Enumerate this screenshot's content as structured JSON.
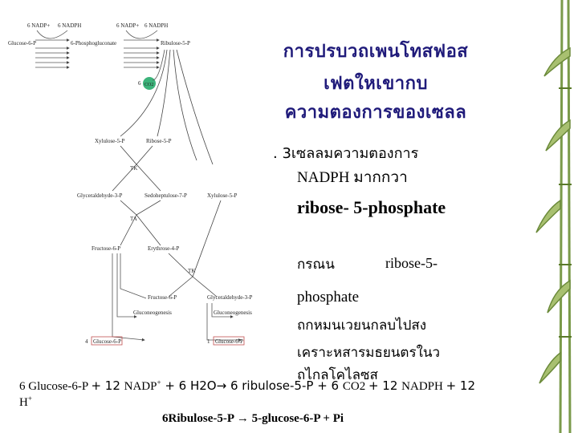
{
  "title_lines": [
    "การปรบวถเพนโทสฟอส",
    "เฟตใหเขากบ",
    "ความตองการของเซลล"
  ],
  "content": {
    "line1": ". 3เซลลมความตองการ",
    "line2": "NADPH มากกวา",
    "line3": "ribose- 5-phosphate",
    "line4a": "กรณน",
    "line4b": "ribose-5-",
    "line5": "phosphate",
    "line6": "ถกหมนเวยนกลบไปสง",
    "line7": "เคราะหสารมธยนตรในว",
    "line8": "ถไกลโคไลซส"
  },
  "equation1": {
    "a": "6 Glucose-6-P ",
    "b": "+ 12 ",
    "c": "NADP",
    "c_sup": "+",
    "d": " + 6 H",
    "e": "2O→ 6 ribulose-5-P ",
    "f": "+ 6 ",
    "g": "CO2 ",
    "h": "+ 12 ",
    "i": "NADPH ",
    "j": "+ 12",
    "line2": "H",
    "line2_sup": "+"
  },
  "equation2": "6Ribulose-5-P → 5-glucose-6-P + Pi",
  "diagram": {
    "top_left_a": "6 NADP+",
    "top_left_b": "6 NADPH",
    "top_right_a": "6 NADP+",
    "top_right_b": "6 NADPH",
    "glucose6p": "Glucose-6-P",
    "phosphogluconate": "6-Phosphogluconate",
    "ribulose5p": "Ribulose-5-P",
    "co2_num": "6",
    "co2": "CO2",
    "xylulose5p": "Xylulose-5-P",
    "ribose5p": "Ribose-5-P",
    "tk1": "TK",
    "glyceraldehyde3p": "Glyceraldehyde-3-P",
    "sedoheptulose": "Sedoheptulose-7-P",
    "xylulose5p_b": "Xylulose-5-P",
    "ta": "TA",
    "fructose6p": "Fructose-6-P",
    "erythrose4p": "Erythrose-4-P",
    "tk2": "TK",
    "fructose6p_b": "Fructose-6-P",
    "glyceraldehyde3p_b": "Glyceraldehyde-3-P",
    "gluconeogenesis_a": "Gluconeogenesis",
    "gluconeogenesis_b": "Gluconeogenesis",
    "num4": "4",
    "glucose6p_a": "Glucose-6-P",
    "num1": "1",
    "glucose6p_b": "Glucose-6-P"
  },
  "colors": {
    "title": "#1f1a7a",
    "co2_circle": "#3cb37a",
    "bamboo": "#7a9a4a"
  }
}
